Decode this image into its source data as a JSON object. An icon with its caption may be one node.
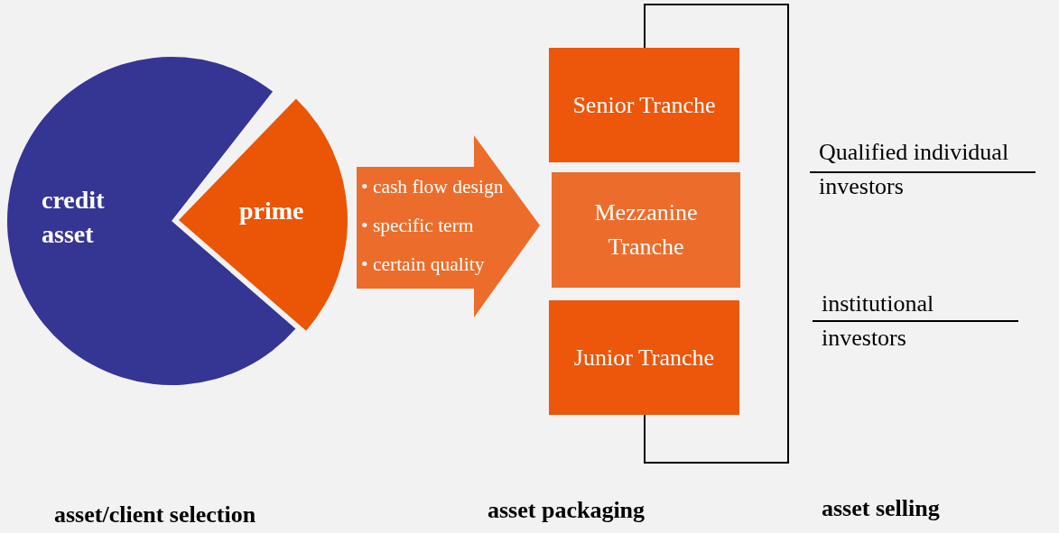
{
  "diagram": {
    "nodes": [
      {
        "text": [
          "credit asset"
        ]
      },
      {
        "text": [
          "prime"
        ]
      },
      {
        "text": [
          "• cash flow design",
          "• specific term",
          "• certain quality"
        ]
      },
      {
        "text": [
          "Senior Tranche"
        ]
      },
      {
        "text": [
          "Mezzanine Tranche"
        ]
      },
      {
        "text": [
          "Junior Tranche"
        ]
      }
    ],
    "edges": [
      {
        "from": 3,
        "to": 5,
        "arrow": "none"
      }
    ],
    "labels": [
      "Qualified individual investors",
      "institutional investors",
      "asset/client selection",
      "asset packaging",
      "asset selling"
    ]
  }
}
